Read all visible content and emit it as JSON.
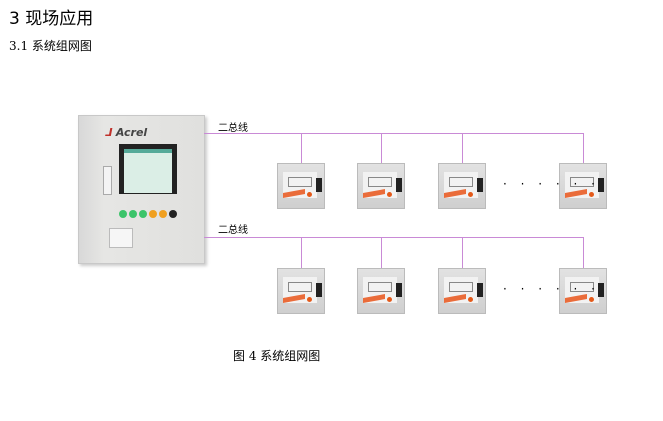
{
  "heading": "3  现场应用",
  "subheading": "3.1 系统组网图",
  "diagram": {
    "logo": "Acrel",
    "bus_labels": [
      "二总线",
      "二总线"
    ],
    "ellipsis": "· · · · · ·",
    "button_colors": [
      "#3cc46a",
      "#3cc46a",
      "#3cc46a",
      "#f0a020",
      "#f0a020",
      "#222222"
    ],
    "bus_color": "#c98ad6"
  },
  "caption": "图 4    系统组网图"
}
